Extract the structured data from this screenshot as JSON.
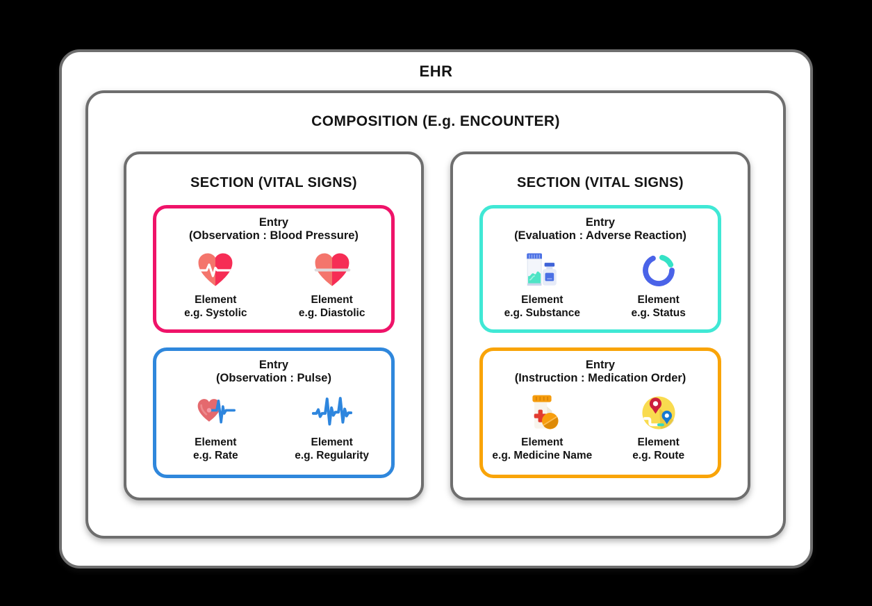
{
  "colors": {
    "background": "#000000",
    "box_border_gray": "#6e6e6e",
    "blood_pressure_accent": "#EF1369",
    "pulse_accent": "#2F87DC",
    "adverse_reaction_accent": "#40E8D5",
    "medication_order_accent": "#F9A408"
  },
  "ehr": {
    "title": "EHR",
    "composition": {
      "title": "COMPOSITION (E.g. ENCOUNTER)",
      "sections": [
        {
          "title": "SECTION (VITAL SIGNS)",
          "entries": [
            {
              "name": "Entry",
              "type": "(Observation : Blood Pressure)",
              "accent_color": "#EF1369",
              "elements": [
                {
                  "icon": "heart-ekg-icon",
                  "label": "Element",
                  "example": "e.g. Systolic"
                },
                {
                  "icon": "heart-flatline-icon",
                  "label": "Element",
                  "example": "e.g. Diastolic"
                }
              ]
            },
            {
              "name": "Entry",
              "type": "(Observation : Pulse)",
              "accent_color": "#2F87DC",
              "elements": [
                {
                  "icon": "heart-rate-icon",
                  "label": "Element",
                  "example": "e.g. Rate"
                },
                {
                  "icon": "ekg-waveform-icon",
                  "label": "Element",
                  "example": "e.g. Regularity"
                }
              ]
            }
          ]
        },
        {
          "title": "SECTION (VITAL SIGNS)",
          "entries": [
            {
              "name": "Entry",
              "type": "(Evaluation : Adverse Reaction)",
              "accent_color": "#40E8D5",
              "elements": [
                {
                  "icon": "medicine-sachet-bottle-icon",
                  "label": "Element",
                  "example": "e.g. Substance"
                },
                {
                  "icon": "status-spinner-icon",
                  "label": "Element",
                  "example": "e.g. Status"
                }
              ]
            },
            {
              "name": "Entry",
              "type": "(Instruction : Medication Order)",
              "accent_color": "#F9A408",
              "elements": [
                {
                  "icon": "medicine-bottle-pill-icon",
                  "label": "Element",
                  "example": "e.g. Medicine Name"
                },
                {
                  "icon": "map-route-icon",
                  "label": "Element",
                  "example": "e.g. Route"
                }
              ]
            }
          ]
        }
      ]
    }
  }
}
